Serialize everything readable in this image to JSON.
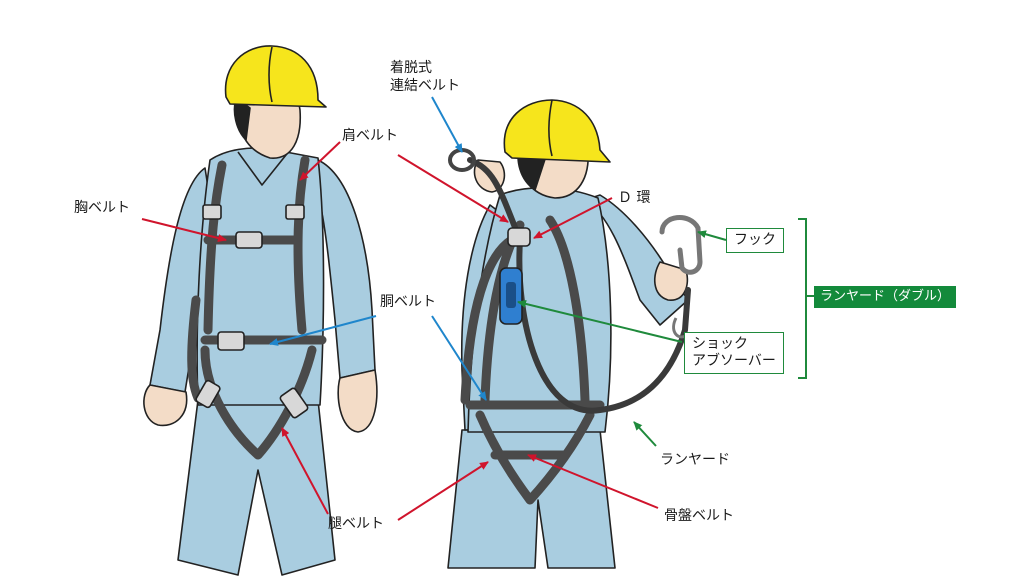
{
  "labels": {
    "chest_belt": "胸ベルト",
    "shoulder_belt": "肩ベルト",
    "detachable_belt_line1": "着脱式",
    "detachable_belt_line2": "連結ベルト",
    "d_ring": "Ｄ 環",
    "torso_belt": "胴ベルト",
    "thigh_belt": "腿ベルト",
    "pelvic_belt": "骨盤ベルト",
    "hook": "フック",
    "lanyard_double": "ランヤード（ダブル）",
    "shock_absorber_line1": "ショック",
    "shock_absorber_line2": "アブソーバー",
    "lanyard": "ランヤード"
  },
  "colors": {
    "worksuit": "#a9cde0",
    "helmet": "#f6e51c",
    "harness": "#4a4a4a",
    "buckle": "#7a7a7a",
    "absorber": "#2f7fd0",
    "red_leader": "#d0142c",
    "blue_leader": "#1f86cc",
    "green_leader": "#1f8a3c",
    "tag_fill": "#138a3b"
  }
}
